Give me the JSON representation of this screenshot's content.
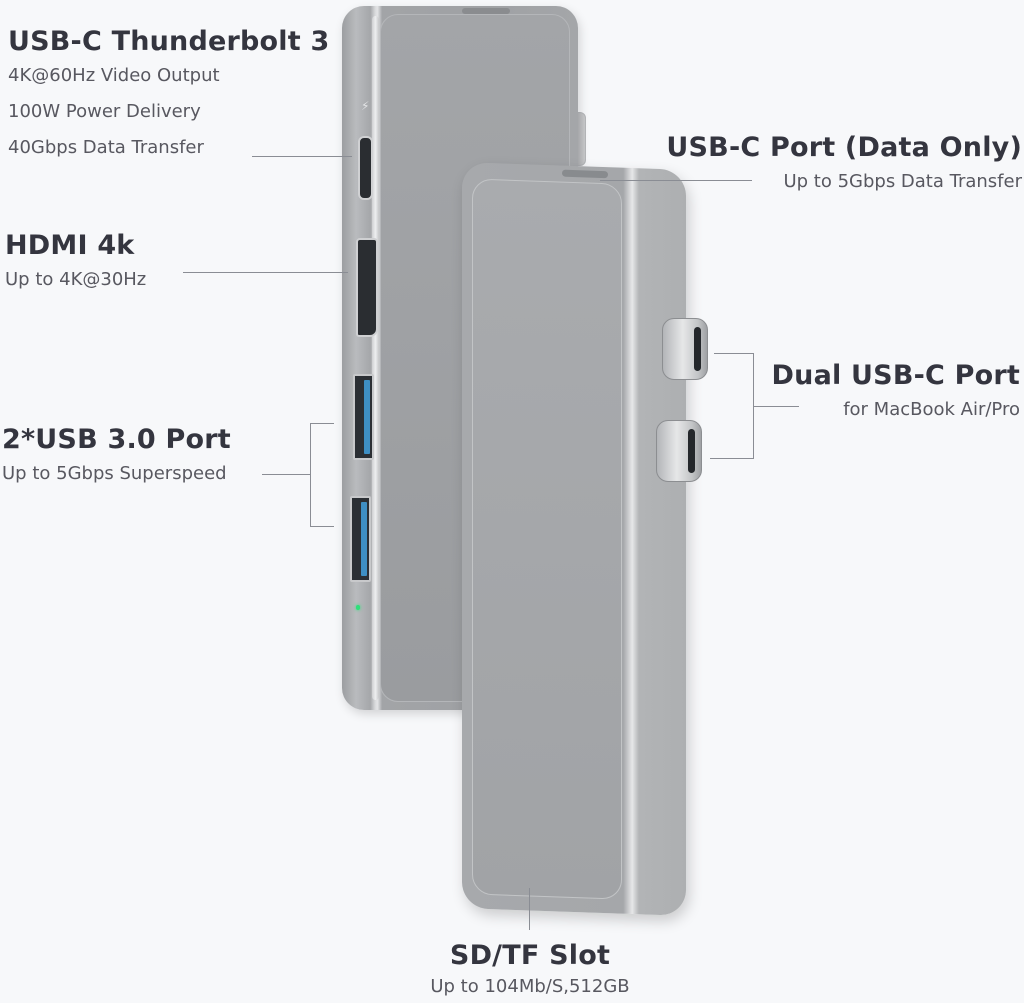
{
  "features": {
    "thunderbolt": {
      "title": "USB-C Thunderbolt 3",
      "lines": [
        "4K@60Hz Video Output",
        "100W Power Delivery",
        "40Gbps Data Transfer"
      ]
    },
    "hdmi": {
      "title": "HDMI 4k",
      "lines": [
        "Up to 4K@30Hz"
      ]
    },
    "usb3": {
      "title": "2*USB 3.0 Port",
      "lines": [
        "Up to 5Gbps Superspeed"
      ]
    },
    "usbc_data": {
      "title": "USB-C Port (Data Only)",
      "lines": [
        "Up to 5Gbps Data Transfer"
      ]
    },
    "dual_usbc": {
      "title": "Dual USB-C Port",
      "lines": [
        "for MacBook Air/Pro"
      ]
    },
    "sd_tf": {
      "title": "SD/TF Slot",
      "lines": [
        "Up to 104Mb/S,512GB"
      ]
    }
  },
  "icons": {
    "thunderbolt": "⚡"
  },
  "colors": {
    "background": "#f7f8fa",
    "heading": "#34353f",
    "subtext": "#585860",
    "usb3_blue": "#3e8fc4",
    "led_green": "#2ee07a",
    "aluminum": "#a5a7aa"
  }
}
